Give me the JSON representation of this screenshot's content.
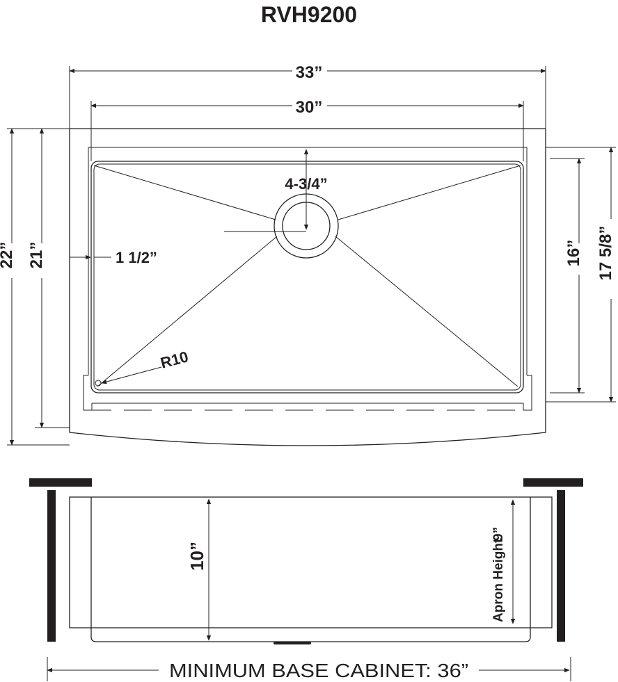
{
  "title": "RVH9200",
  "top_view": {
    "overall_width": "33”",
    "bowl_width": "30”",
    "overall_depth": "22”",
    "depth_without_curve": "21”",
    "bowl_depth": "16”",
    "rim_depth": "17 5/8”",
    "drain_offset": "4-3/4”",
    "side_rim": "1 1/2”",
    "corner_radius": "R10"
  },
  "side_view": {
    "bowl_height": "10”",
    "apron_height_label": "Apron Height",
    "apron_height_value": "9”",
    "min_cabinet": "MINIMUM BASE CABINET: 36”"
  }
}
